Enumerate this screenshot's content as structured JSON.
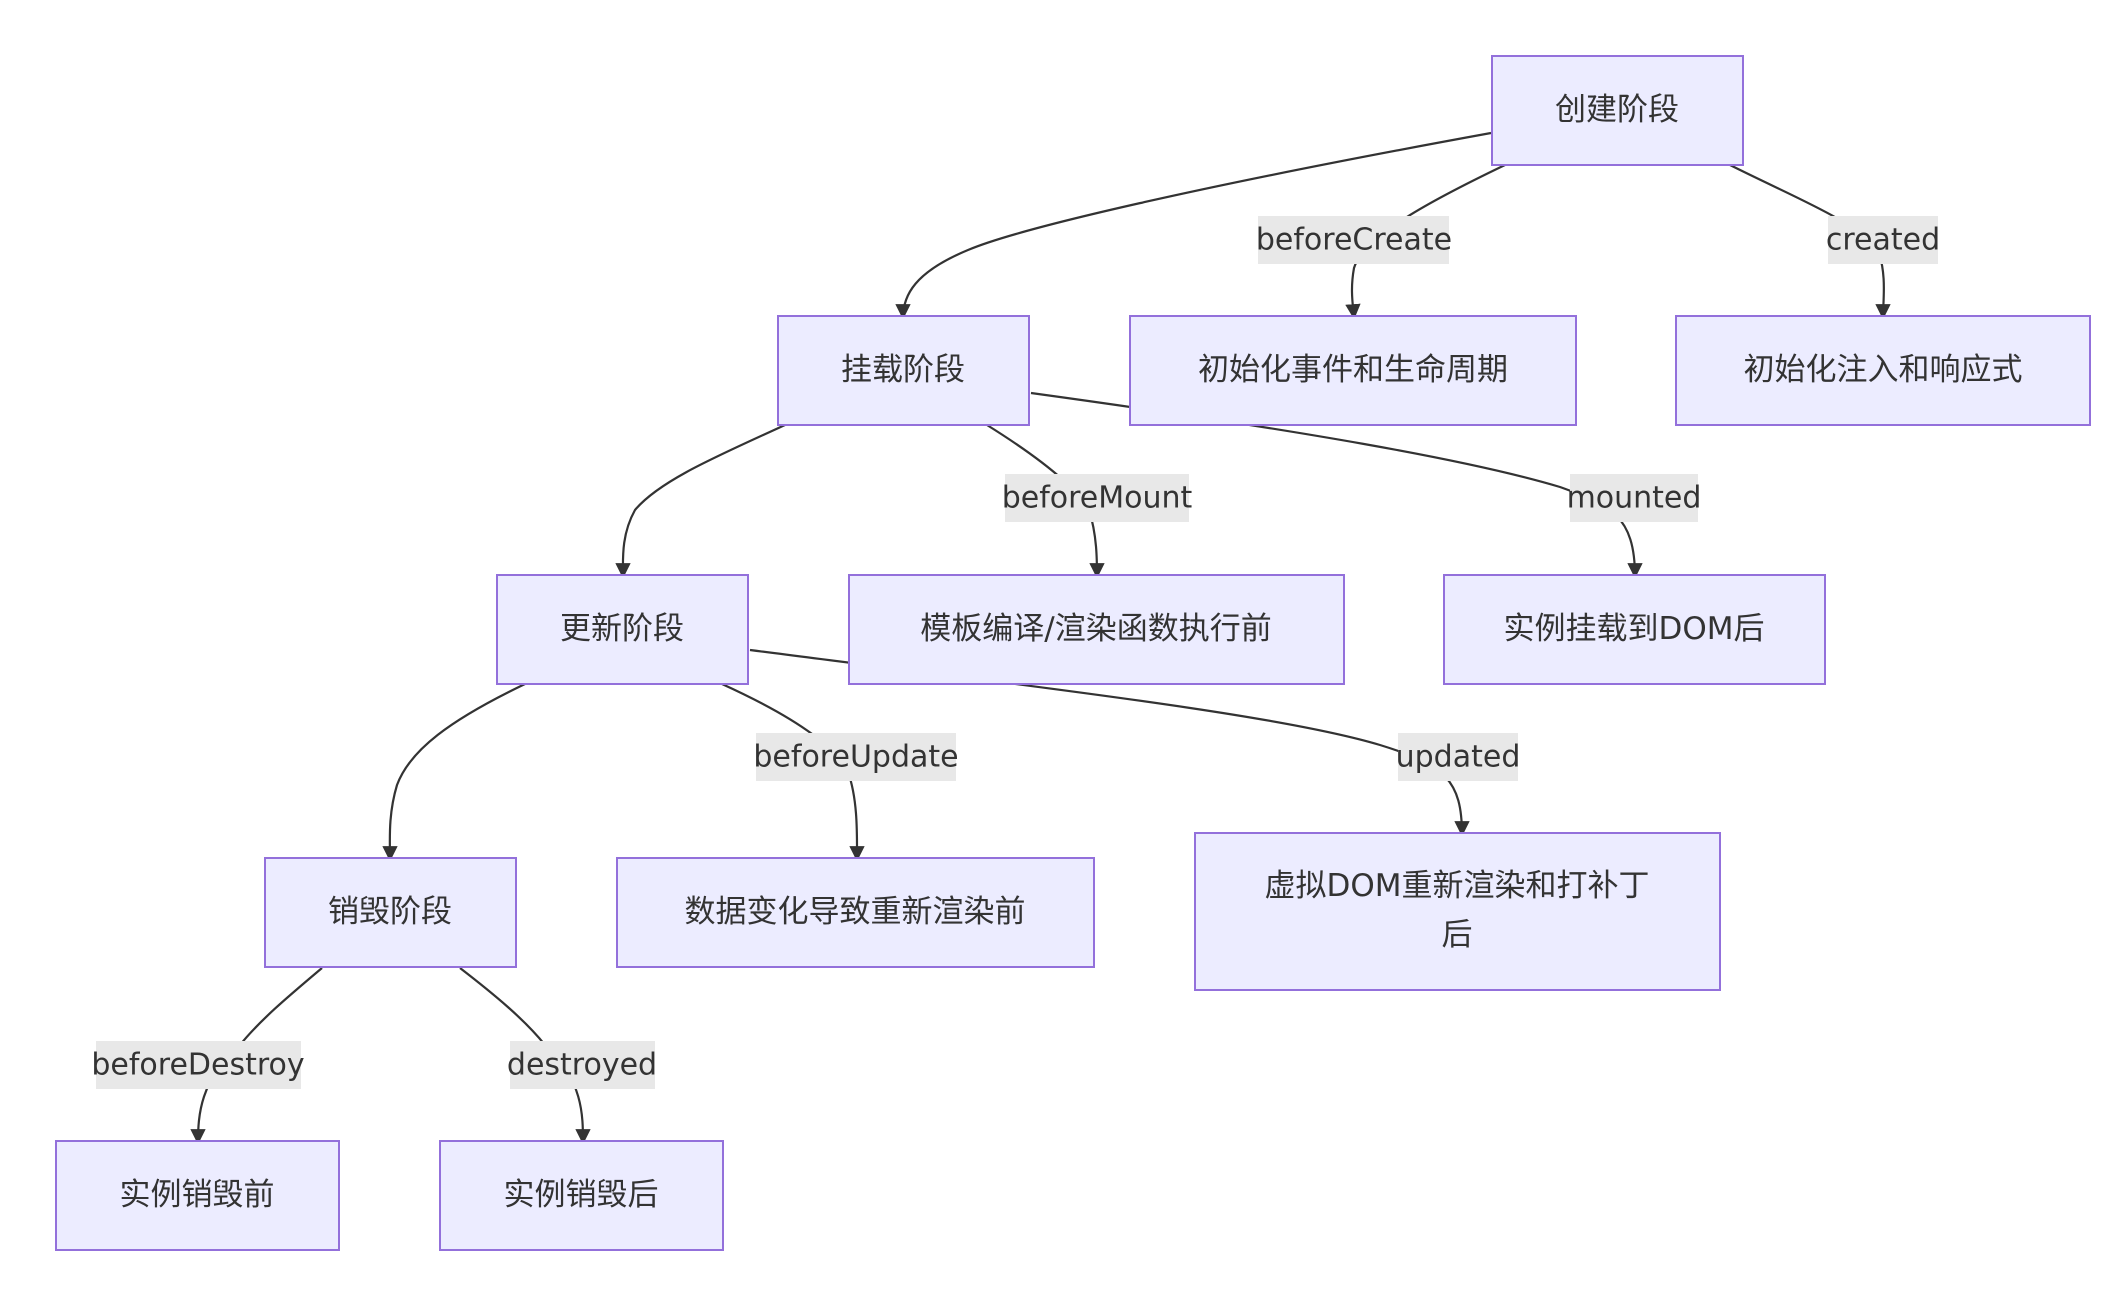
{
  "diagram": {
    "type": "flowchart",
    "direction": "top-down",
    "colors": {
      "node_fill": "#ECECFF",
      "node_border": "#9370DB",
      "text": "#333333",
      "edge": "#333333",
      "edge_label_bg": "#e8e8e8",
      "background": "#ffffff"
    },
    "nodes": {
      "create": {
        "label": "创建阶段"
      },
      "mount": {
        "label": "挂载阶段"
      },
      "init_events": {
        "label": "初始化事件和生命周期"
      },
      "init_inject": {
        "label": "初始化注入和响应式"
      },
      "update": {
        "label": "更新阶段"
      },
      "template_compile": {
        "label": "模板编译/渲染函数执行前"
      },
      "mounted_dom": {
        "label": "实例挂载到DOM后"
      },
      "destroy": {
        "label": "销毁阶段"
      },
      "data_change": {
        "label": "数据变化导致重新渲染前"
      },
      "vdom_patch": {
        "label_line1": "虚拟DOM重新渲染和打补丁",
        "label_line2": "后"
      },
      "before_destroy_node": {
        "label": "实例销毁前"
      },
      "after_destroy_node": {
        "label": "实例销毁后"
      }
    },
    "edge_labels": {
      "beforeCreate": "beforeCreate",
      "created": "created",
      "beforeMount": "beforeMount",
      "mounted": "mounted",
      "beforeUpdate": "beforeUpdate",
      "updated": "updated",
      "beforeDestroy": "beforeDestroy",
      "destroyed": "destroyed"
    },
    "edges": [
      {
        "from": "create",
        "to": "mount",
        "label": ""
      },
      {
        "from": "create",
        "to": "init_events",
        "label": "beforeCreate"
      },
      {
        "from": "create",
        "to": "init_inject",
        "label": "created"
      },
      {
        "from": "mount",
        "to": "update",
        "label": ""
      },
      {
        "from": "mount",
        "to": "template_compile",
        "label": "beforeMount"
      },
      {
        "from": "mount",
        "to": "mounted_dom",
        "label": "mounted"
      },
      {
        "from": "update",
        "to": "destroy",
        "label": ""
      },
      {
        "from": "update",
        "to": "data_change",
        "label": "beforeUpdate"
      },
      {
        "from": "update",
        "to": "vdom_patch",
        "label": "updated"
      },
      {
        "from": "destroy",
        "to": "before_destroy_node",
        "label": "beforeDestroy"
      },
      {
        "from": "destroy",
        "to": "after_destroy_node",
        "label": "destroyed"
      }
    ]
  }
}
